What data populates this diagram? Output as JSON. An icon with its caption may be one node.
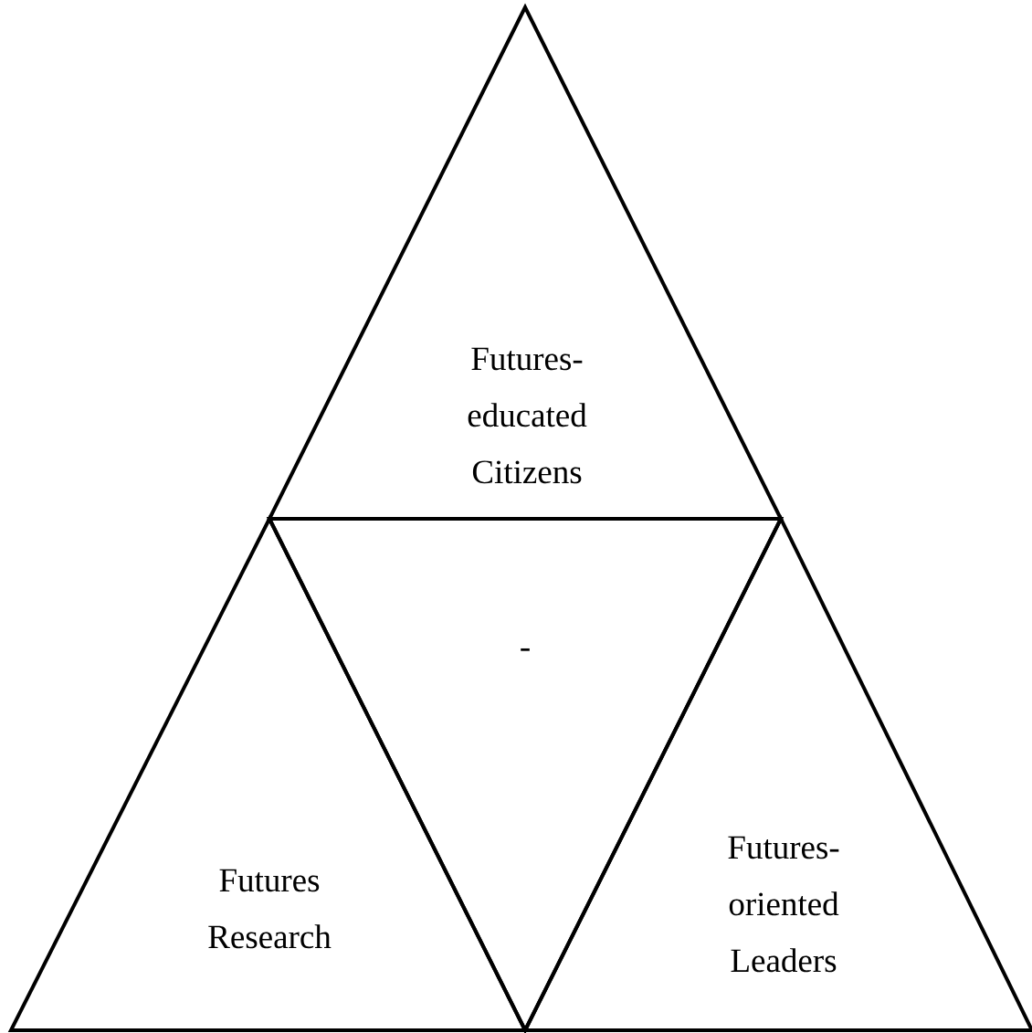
{
  "diagram": {
    "nodes": [
      {
        "text": [
          "Futures-educated Citizens"
        ]
      },
      {
        "text": [
          "Futures Research"
        ]
      },
      {
        "text": [
          "-"
        ]
      },
      {
        "text": [
          "Futures-oriented Leaders"
        ]
      }
    ]
  }
}
